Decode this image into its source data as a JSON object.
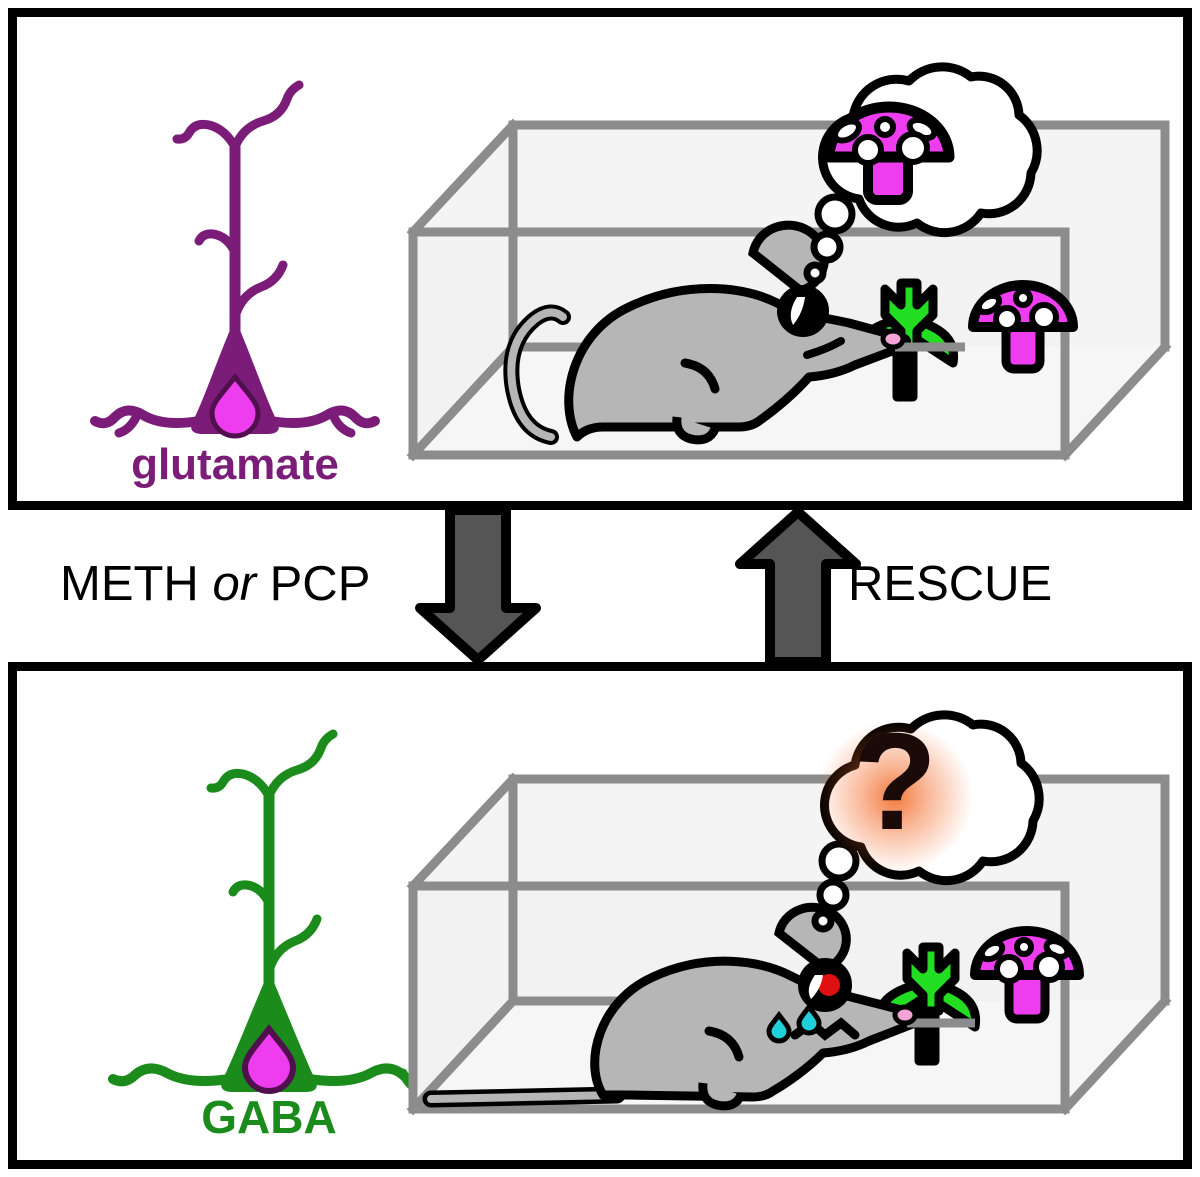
{
  "figure": {
    "type": "two-panel-schematic",
    "description": "Schematic contrasting a healthy glutamatergic-state mouse with a drug-affected GABA-state mouse"
  },
  "panels": {
    "top": {
      "name": "healthy-state-panel",
      "neuron": {
        "label": "glutamate",
        "body_color": "#7B1C78",
        "nucleus_color": "#EE3DEE",
        "label_color": "#7B1C78"
      },
      "cage": {
        "frame_color": "#8C8C8C",
        "face_color": "#F2F2F2"
      },
      "mouse": {
        "body_color": "#B6B6B6",
        "outline_color": "#000000",
        "nose_color": "#F5A3D6",
        "eye_color": "#000000",
        "tail_posture": "curled-up",
        "mood": "alert"
      },
      "thought_bubble": {
        "content": "mushroom",
        "bubble_fill": "#FFFFFF",
        "bubble_outline": "#000000"
      },
      "objects": [
        {
          "name": "flower",
          "color": "#22DD22"
        },
        {
          "name": "mushroom",
          "cap_color": "#EE3DEE",
          "spot_color": "#FFFFFF"
        }
      ]
    },
    "bottom": {
      "name": "drug-affected-state-panel",
      "neuron": {
        "label": "GABA",
        "body_color": "#1B8C1B",
        "nucleus_color": "#EE3DEE",
        "label_color": "#1B8C1B"
      },
      "cage": {
        "frame_color": "#8C8C8C",
        "face_color": "#F2F2F2"
      },
      "mouse": {
        "body_color": "#B6B6B6",
        "outline_color": "#000000",
        "nose_color": "#F5A3D6",
        "eye_color": "#E01010",
        "tear_color": "#20D0D8",
        "tail_posture": "flat-dragging",
        "mood": "distressed"
      },
      "thought_bubble": {
        "content": "question-mark",
        "glow_color": "#F26B2A",
        "mark_color": "#1A0A08"
      },
      "objects": [
        {
          "name": "flower",
          "color": "#22DD22"
        },
        {
          "name": "mushroom",
          "cap_color": "#EE3DEE",
          "spot_color": "#FFFFFF"
        }
      ]
    }
  },
  "transition": {
    "down_arrow": {
      "name": "meth-or-pcp-arrow",
      "direction": "down",
      "fill": "#555555",
      "outline": "#000000"
    },
    "up_arrow": {
      "name": "rescue-arrow",
      "direction": "up",
      "fill": "#555555",
      "outline": "#000000"
    },
    "label_down_part1": "METH ",
    "label_down_italic": "or",
    "label_down_part2": " PCP",
    "label_up": "RESCUE"
  }
}
